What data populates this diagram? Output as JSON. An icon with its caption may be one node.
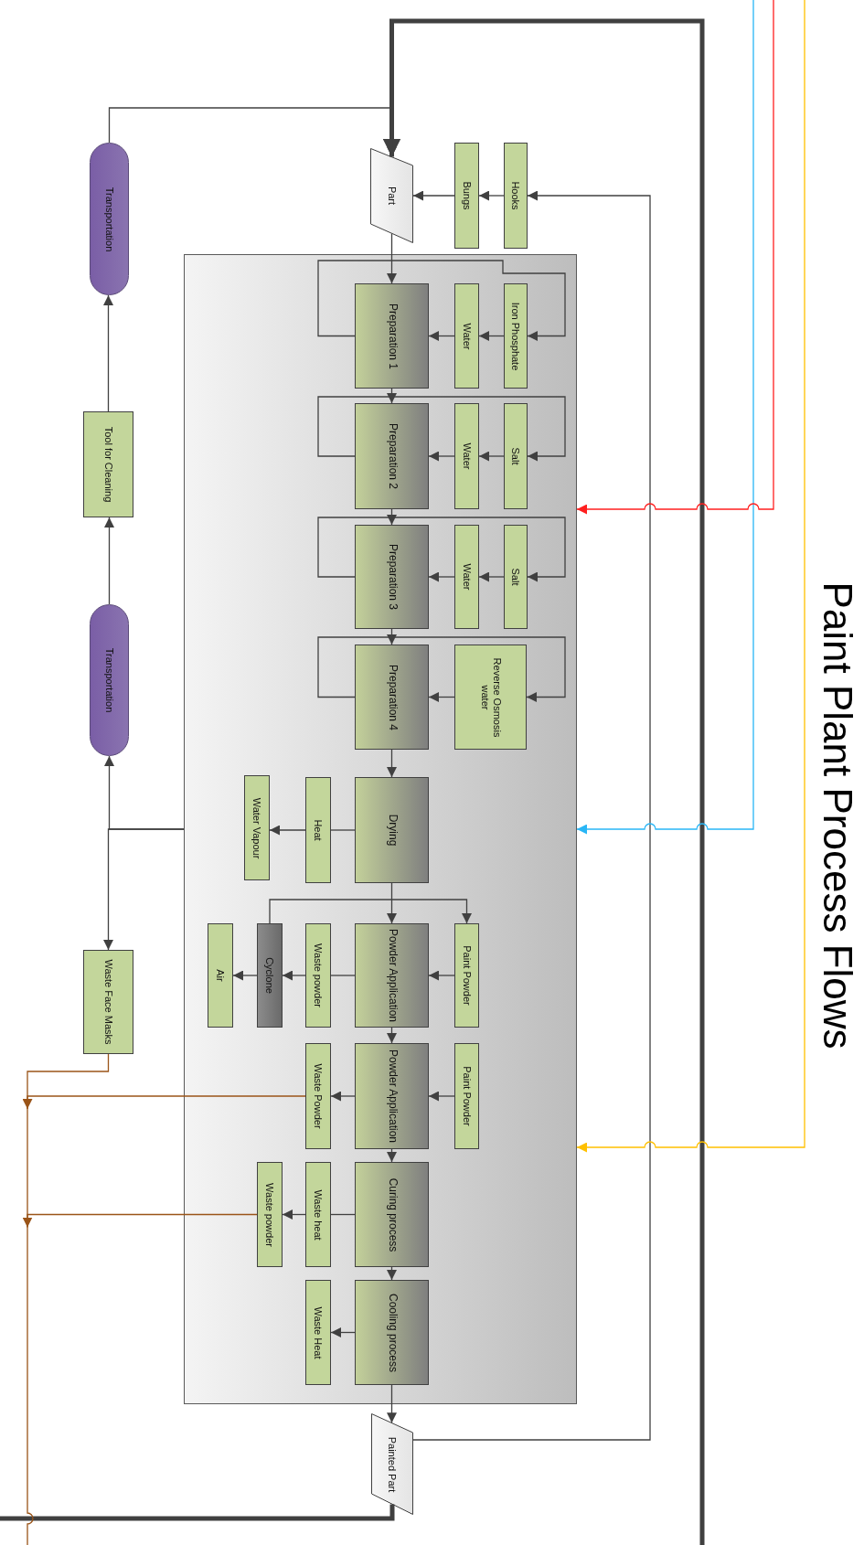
{
  "diagram": {
    "title": "Paint Plant Process Flows",
    "nodes": [
      {
        "text": [
          "Transportation"
        ]
      },
      {
        "text": [
          "Part"
        ]
      },
      {
        "text": [
          "Bungs"
        ]
      },
      {
        "text": [
          "Hooks"
        ]
      },
      {
        "text": [
          "Tool for Cleaning"
        ]
      },
      {
        "text": [],
        "shape": "box"
      },
      {
        "text": [
          "Preparation 1"
        ],
        "in": 5
      },
      {
        "text": [
          "Water"
        ],
        "in": 5
      },
      {
        "text": [
          "Iron Phosphate"
        ],
        "in": 5
      },
      {
        "text": [
          "Preparation 2"
        ],
        "in": 5
      },
      {
        "text": [
          "Water"
        ],
        "in": 5
      },
      {
        "text": [
          "Salt"
        ],
        "in": 5
      },
      {
        "text": [
          "Preparation 3"
        ],
        "in": 5
      },
      {
        "text": [
          "Water"
        ],
        "in": 5
      },
      {
        "text": [
          "Salt"
        ],
        "in": 5
      },
      {
        "text": [
          "Transportation"
        ]
      },
      {
        "text": [
          "Preparation 4"
        ],
        "in": 5
      },
      {
        "text": [
          "Reverse Osmosis water"
        ],
        "in": 5
      },
      {
        "text": [
          "Water Vapour"
        ],
        "in": 5
      },
      {
        "text": [
          "Heat"
        ],
        "in": 5
      },
      {
        "text": [
          "Drying"
        ],
        "in": 5
      },
      {
        "text": [
          "Waste Face Masks"
        ]
      },
      {
        "text": [
          "Air"
        ],
        "in": 5
      },
      {
        "text": [
          "Cyclone"
        ],
        "in": 5
      },
      {
        "text": [
          "Waste powder"
        ],
        "in": 5
      },
      {
        "text": [
          "Powder Application"
        ],
        "in": 5
      },
      {
        "text": [
          "Paint Powder"
        ],
        "in": 5
      },
      {
        "text": [
          "Waste Powder"
        ],
        "in": 5
      },
      {
        "text": [
          "Powder Application"
        ],
        "in": 5
      },
      {
        "text": [
          "Paint Powder"
        ],
        "in": 5
      },
      {
        "text": [
          "Waste powder"
        ],
        "in": 5
      },
      {
        "text": [
          "Waste heat"
        ],
        "in": 5
      },
      {
        "text": [
          "Curing process"
        ],
        "in": 5
      },
      {
        "text": [
          "Cooling process"
        ],
        "in": 5
      },
      {
        "text": [
          "Waste Heat"
        ],
        "in": 5
      },
      {
        "text": [
          "Painted Part"
        ]
      }
    ],
    "edges": [
      {
        "from": null,
        "to": 1,
        "arrow": "to",
        "style": "thick"
      },
      {
        "from": 35,
        "to": null,
        "arrow": "none",
        "style": "thick"
      },
      {
        "from": 0,
        "to": 1,
        "arrow": "to"
      },
      {
        "from": 4,
        "to": 0,
        "arrow": "to"
      },
      {
        "from": 15,
        "to": 4,
        "arrow": "to"
      },
      {
        "from": 5,
        "to": 15,
        "arrow": "to"
      },
      {
        "from": 5,
        "to": 21,
        "arrow": "to"
      },
      {
        "from": 3,
        "to": 2,
        "arrow": "to"
      },
      {
        "from": 2,
        "to": 1,
        "arrow": "to"
      },
      {
        "from": 35,
        "to": 3,
        "arrow": "to"
      },
      {
        "from": 1,
        "to": 6,
        "arrow": "to"
      },
      {
        "from": 8,
        "to": 7,
        "arrow": "to"
      },
      {
        "from": 7,
        "to": 6,
        "arrow": "to"
      },
      {
        "from": 6,
        "to": 8,
        "arrow": "to"
      },
      {
        "from": 6,
        "to": 9,
        "arrow": "to"
      },
      {
        "from": 11,
        "to": 10,
        "arrow": "to"
      },
      {
        "from": 10,
        "to": 9,
        "arrow": "to"
      },
      {
        "from": 9,
        "to": 11,
        "arrow": "to"
      },
      {
        "from": 9,
        "to": 12,
        "arrow": "to"
      },
      {
        "from": 14,
        "to": 13,
        "arrow": "to"
      },
      {
        "from": 13,
        "to": 12,
        "arrow": "to"
      },
      {
        "from": 12,
        "to": 14,
        "arrow": "to"
      },
      {
        "from": 12,
        "to": 16,
        "arrow": "to"
      },
      {
        "from": 17,
        "to": 16,
        "arrow": "to"
      },
      {
        "from": 16,
        "to": 17,
        "arrow": "to"
      },
      {
        "from": 16,
        "to": 20,
        "arrow": "to"
      },
      {
        "from": 20,
        "to": 19,
        "arrow": "none"
      },
      {
        "from": 19,
        "to": 18,
        "arrow": "to"
      },
      {
        "from": 20,
        "to": 25,
        "arrow": "to"
      },
      {
        "from": 23,
        "to": 26,
        "arrow": "to"
      },
      {
        "from": 26,
        "to": 25,
        "arrow": "to"
      },
      {
        "from": 25,
        "to": 24,
        "arrow": "none"
      },
      {
        "from": 24,
        "to": 23,
        "arrow": "to"
      },
      {
        "from": 23,
        "to": 22,
        "arrow": "to"
      },
      {
        "from": 25,
        "to": 28,
        "arrow": "to"
      },
      {
        "from": 29,
        "to": 28,
        "arrow": "to"
      },
      {
        "from": 28,
        "to": 27,
        "arrow": "to"
      },
      {
        "from": 27,
        "to": null,
        "arrow": "to",
        "color": "#9a5418"
      },
      {
        "from": 21,
        "to": null,
        "arrow": "none",
        "color": "#9a5418"
      },
      {
        "from": 28,
        "to": 32,
        "arrow": "to"
      },
      {
        "from": 32,
        "to": 31,
        "arrow": "none"
      },
      {
        "from": 31,
        "to": 30,
        "arrow": "to"
      },
      {
        "from": 30,
        "to": null,
        "arrow": "to",
        "color": "#9a5418"
      },
      {
        "from": 32,
        "to": 33,
        "arrow": "to"
      },
      {
        "from": 33,
        "to": 34,
        "arrow": "to"
      },
      {
        "from": 33,
        "to": 35,
        "arrow": "to"
      },
      {
        "from": null,
        "to": 5,
        "arrow": "to",
        "color": "#29b6f6"
      },
      {
        "from": null,
        "to": 5,
        "arrow": "to",
        "color": "#ff1f1f"
      },
      {
        "from": null,
        "to": 5,
        "arrow": "to",
        "color": "#ffc000"
      }
    ]
  }
}
